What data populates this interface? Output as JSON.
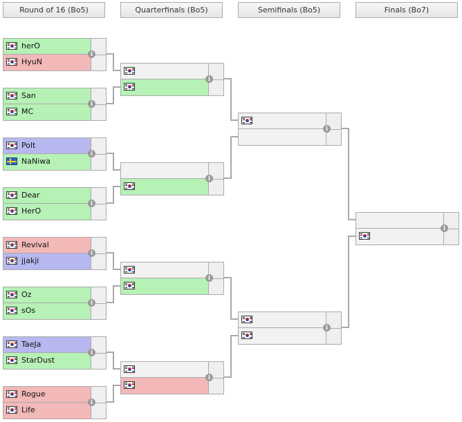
{
  "rounds": [
    {
      "title": "Round of 16 (Bo5)"
    },
    {
      "title": "Quarterfinals (Bo5)"
    },
    {
      "title": "Semifinals (Bo5)"
    },
    {
      "title": "Finals (Bo7)"
    }
  ],
  "info_glyph": "i",
  "colors": {
    "winner": "#b6f1b6",
    "loser": "#f3b8b8",
    "neutral": "#b8b8f0",
    "empty": "#f2f2f2"
  },
  "matches": [
    {
      "round": 0,
      "players": [
        {
          "name": "herO",
          "flag": "kr",
          "color": "green"
        },
        {
          "name": "HyuN",
          "flag": "kr",
          "color": "red"
        }
      ]
    },
    {
      "round": 0,
      "players": [
        {
          "name": "San",
          "flag": "kr",
          "color": "green"
        },
        {
          "name": "MC",
          "flag": "kr",
          "color": "green"
        }
      ]
    },
    {
      "round": 0,
      "players": [
        {
          "name": "Polt",
          "flag": "kr",
          "color": "blue"
        },
        {
          "name": "NaNiwa",
          "flag": "se",
          "color": "green"
        }
      ]
    },
    {
      "round": 0,
      "players": [
        {
          "name": "Dear",
          "flag": "kr",
          "color": "green"
        },
        {
          "name": "HerO",
          "flag": "kr",
          "color": "green"
        }
      ]
    },
    {
      "round": 0,
      "players": [
        {
          "name": "Revival",
          "flag": "kr",
          "color": "red"
        },
        {
          "name": "jjakji",
          "flag": "kr",
          "color": "blue"
        }
      ]
    },
    {
      "round": 0,
      "players": [
        {
          "name": "Oz",
          "flag": "kr",
          "color": "green"
        },
        {
          "name": "sOs",
          "flag": "kr",
          "color": "green"
        }
      ]
    },
    {
      "round": 0,
      "players": [
        {
          "name": "TaeJa",
          "flag": "kr",
          "color": "blue"
        },
        {
          "name": "StarDust",
          "flag": "kr",
          "color": "green"
        }
      ]
    },
    {
      "round": 0,
      "players": [
        {
          "name": "Rogue",
          "flag": "kr",
          "color": "red"
        },
        {
          "name": "Life",
          "flag": "kr",
          "color": "red"
        }
      ]
    },
    {
      "round": 1,
      "players": [
        {
          "name": "",
          "flag": "kr",
          "color": "empty"
        },
        {
          "name": "",
          "flag": "kr",
          "color": "green"
        }
      ]
    },
    {
      "round": 1,
      "players": [
        {
          "name": "",
          "flag": "",
          "color": "empty"
        },
        {
          "name": "",
          "flag": "kr",
          "color": "green"
        }
      ]
    },
    {
      "round": 1,
      "players": [
        {
          "name": "",
          "flag": "kr",
          "color": "empty"
        },
        {
          "name": "",
          "flag": "kr",
          "color": "green"
        }
      ]
    },
    {
      "round": 1,
      "players": [
        {
          "name": "",
          "flag": "kr",
          "color": "empty"
        },
        {
          "name": "",
          "flag": "kr",
          "color": "red"
        }
      ]
    },
    {
      "round": 2,
      "players": [
        {
          "name": "",
          "flag": "kr",
          "color": "empty"
        },
        {
          "name": "",
          "flag": "",
          "color": "empty"
        }
      ]
    },
    {
      "round": 2,
      "players": [
        {
          "name": "",
          "flag": "kr",
          "color": "empty"
        },
        {
          "name": "",
          "flag": "kr",
          "color": "empty"
        }
      ]
    },
    {
      "round": 3,
      "players": [
        {
          "name": "",
          "flag": "",
          "color": "empty"
        },
        {
          "name": "",
          "flag": "kr",
          "color": "empty"
        }
      ]
    }
  ]
}
